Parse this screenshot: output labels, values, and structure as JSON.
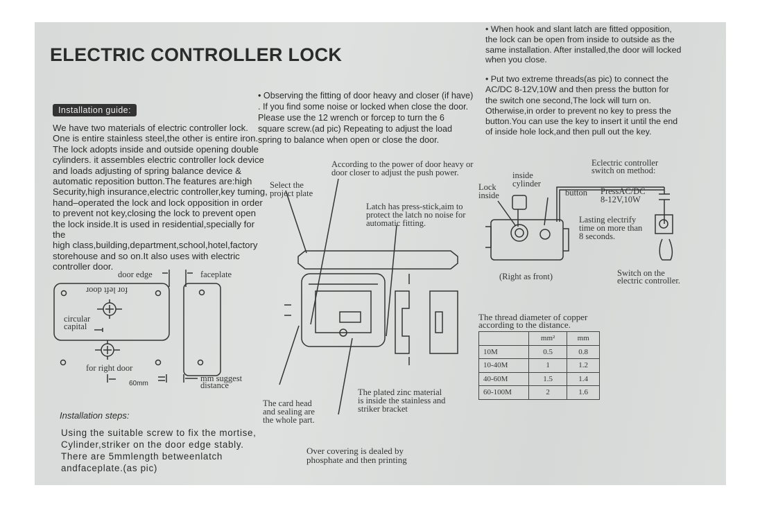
{
  "title": "ELECTRIC CONTROLLER LOCK",
  "guide": {
    "badge": "Installation guide:",
    "lines": [
      "We have two materials of electric controller lock.",
      "One is entire stainless steel,the other is entire iron.",
      "The lock adopts inside and outside opening double",
      "cylinders. it assembles electric controller lock device",
      "and loads adjusting of spring balance device &",
      "automatic reposition button.The features are:high",
      "Security,high insurance,electric controller,key tuming,",
      "hand–operated the lock and lock opposition in order",
      "to prevent not key,closing the lock to prevent open",
      "the lock inside.It is used in residential,specially for the",
      "high class,building,department,school,hotel,factory",
      "storehouse and so on.It also uses with electric",
      "controller door."
    ]
  },
  "bullet_mid": [
    "• Observing the fitting of door heavy and closer (if have)",
    ". If you find some noise or locked when close the door.",
    "Please use the 12 wrench or forcep to turn the 6",
    "square screw.(ad pic) Repeating to adjust the load",
    "spring to balance when open or close the door."
  ],
  "bullet_r1": [
    "• When hook and slant latch are fitted opposition,",
    "the lock can be open from inside to outside as the",
    "same installation. After installed,the door will locked",
    "when you close."
  ],
  "bullet_r2": [
    "• Put two extreme threads(as pic) to connect the",
    "AC/DC 8-12V,10W and then press the button for",
    "the switch one second,The lock will turn on.",
    "Otherwise,in order to prevent no key to press the",
    "button.You can use the key to insert it until the end",
    "of inside hole lock,and then pull out the key."
  ],
  "plate": {
    "door_edge": "door edge",
    "faceplate": "faceplate",
    "left_door": "for left door",
    "circular": "circular",
    "capital": "capital",
    "right_door": "for right door",
    "mm60": "60mm",
    "mm_suggest": "mm suggest",
    "distance": "distance"
  },
  "steps": {
    "heading": "Installation steps:",
    "lines": [
      "Using the suitable screw to fix the mortise,",
      "Cylinder,striker on the door edge stably.",
      "There are 5mmlength betweenlatch",
      "andfaceplate.(as pic)"
    ]
  },
  "exploded": {
    "power": [
      "According to the power of door heavy or",
      "door closer to adjust the push power."
    ],
    "select": [
      "Select the",
      "project plate"
    ],
    "latch": [
      "Latch has press-stick,aim to",
      "protect the latch no noise for",
      "automatic fitting."
    ],
    "card": [
      "The  card  head",
      "and sealing are",
      "the whole part."
    ],
    "zinc": [
      "The plated zinc material",
      "is inside the stainless and",
      "striker bracket"
    ],
    "cover": [
      "Over covering is dealed by",
      "phosphate and then printing"
    ]
  },
  "switch": {
    "method": [
      "Eclectric controller",
      "switch on method:"
    ],
    "cyl": [
      "inside",
      "cylinder"
    ],
    "lock_inside": [
      "Lock",
      "inside"
    ],
    "button": "button",
    "press": [
      "PressAC/DC",
      "8-12V,10W"
    ],
    "lasting": [
      "Lasting electrify",
      "time on more than",
      "8 seconds."
    ],
    "front": "(Right as front)",
    "switch_on": [
      "Switch on the",
      "electric controller."
    ]
  },
  "thread": {
    "title": [
      "The thread diameter of copper",
      "according to the distance."
    ],
    "header": [
      "",
      "mm²",
      "mm"
    ],
    "rows": [
      [
        "10M",
        "0.5",
        "0.8"
      ],
      [
        "10-40M",
        "1",
        "1.2"
      ],
      [
        "40-60M",
        "1.5",
        "1.4"
      ],
      [
        "60-100M",
        "2",
        "1.6"
      ]
    ]
  }
}
